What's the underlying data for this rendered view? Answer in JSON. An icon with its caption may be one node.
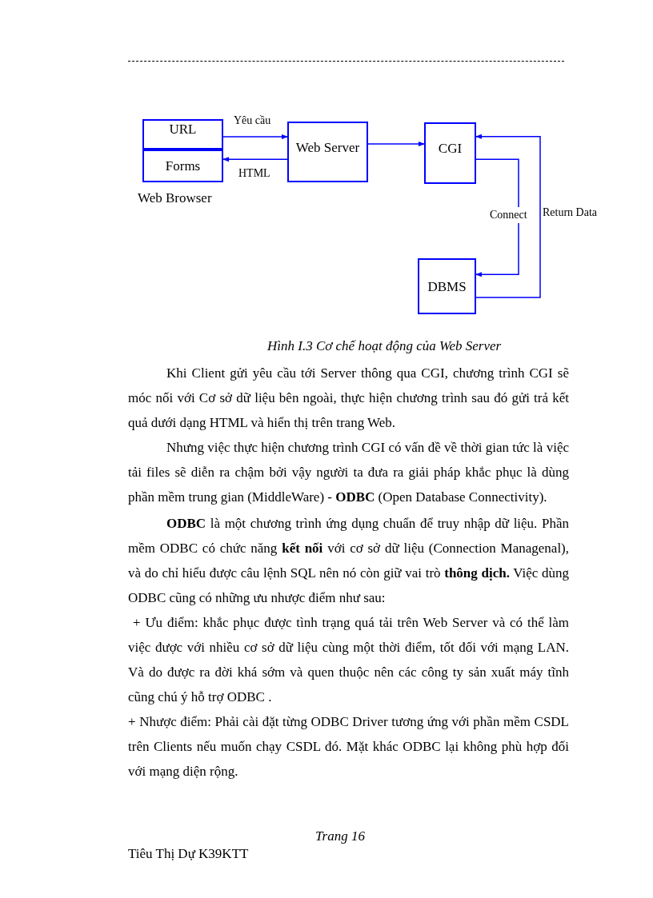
{
  "diagram": {
    "caption": "Hình I.3 Cơ chế hoạt động của Web Server",
    "nodes": [
      {
        "text": [
          "Web Browser"
        ]
      },
      {
        "text": [
          "URL"
        ],
        "in": 0
      },
      {
        "text": [
          "Forms"
        ],
        "in": 0
      },
      {
        "text": [
          "Web Server"
        ]
      },
      {
        "text": [
          "CGI"
        ]
      },
      {
        "text": [
          "DBMS"
        ]
      }
    ],
    "edges": [
      {
        "from": 1,
        "to": 3,
        "arrow": "to",
        "label": "Yêu cầu"
      },
      {
        "from": 3,
        "to": 2,
        "arrow": "to",
        "label": "HTML"
      },
      {
        "from": 3,
        "to": 4,
        "arrow": "to"
      },
      {
        "from": 4,
        "to": 5,
        "arrow": "to",
        "label": "Connect"
      },
      {
        "from": 5,
        "to": 4,
        "arrow": "to",
        "label": "Return Data"
      }
    ],
    "labels": [
      "Khi Client gửi yêu cầu tới Server thông qua CGI, chương trình CGI sẽ móc nối với Cơ sở dữ liệu bên ngoài, thực hiện chương trình sau đó gửi trả kết quả dưới dạng HTML và hiển thị trên trang Web.",
      "Nhưng việc thực hiện chương trình CGI có vấn đề về thời gian tức là việc tải files sẽ diễn ra chậm bởi vậy người ta đưa ra giải pháp khắc phục là dùng phần mềm trung gian (MiddleWare) - **ODBC** (Open Database Connectivity).",
      "**ODBC** là một chương trình ứng dụng chuẩn để truy nhập dữ liệu. Phần mềm ODBC có chức năng **kết nối** với cơ sở dữ liệu (Connection Managenal), và do chỉ hiểu được câu lệnh SQL nên nó còn giữ vai trò **thông dịch.** Việc dùng ODBC cũng có những ưu nhược điểm như sau:",
      "+ Ưu điểm: khắc phục được tình trạng quá tải trên Web Server và có thể làm việc được với nhiều cơ sở dữ liệu cùng một thời điểm, tốt đối với mạng LAN. Và do được ra đời khá sớm và quen thuộc nên các công ty sản xuất máy tĩnh cũng chú ý hỗ trợ ODBC .",
      "+ Nhược điểm: Phải cài đặt từng ODBC Driver tương ứng với phần mềm CSDL trên Clients nếu muốn chạy CSDL đó. Mặt khác ODBC lại không phù hợp đối với mạng diện rộng.",
      "Trang 16",
      "Tiêu Thị Dự K39KTT"
    ]
  }
}
